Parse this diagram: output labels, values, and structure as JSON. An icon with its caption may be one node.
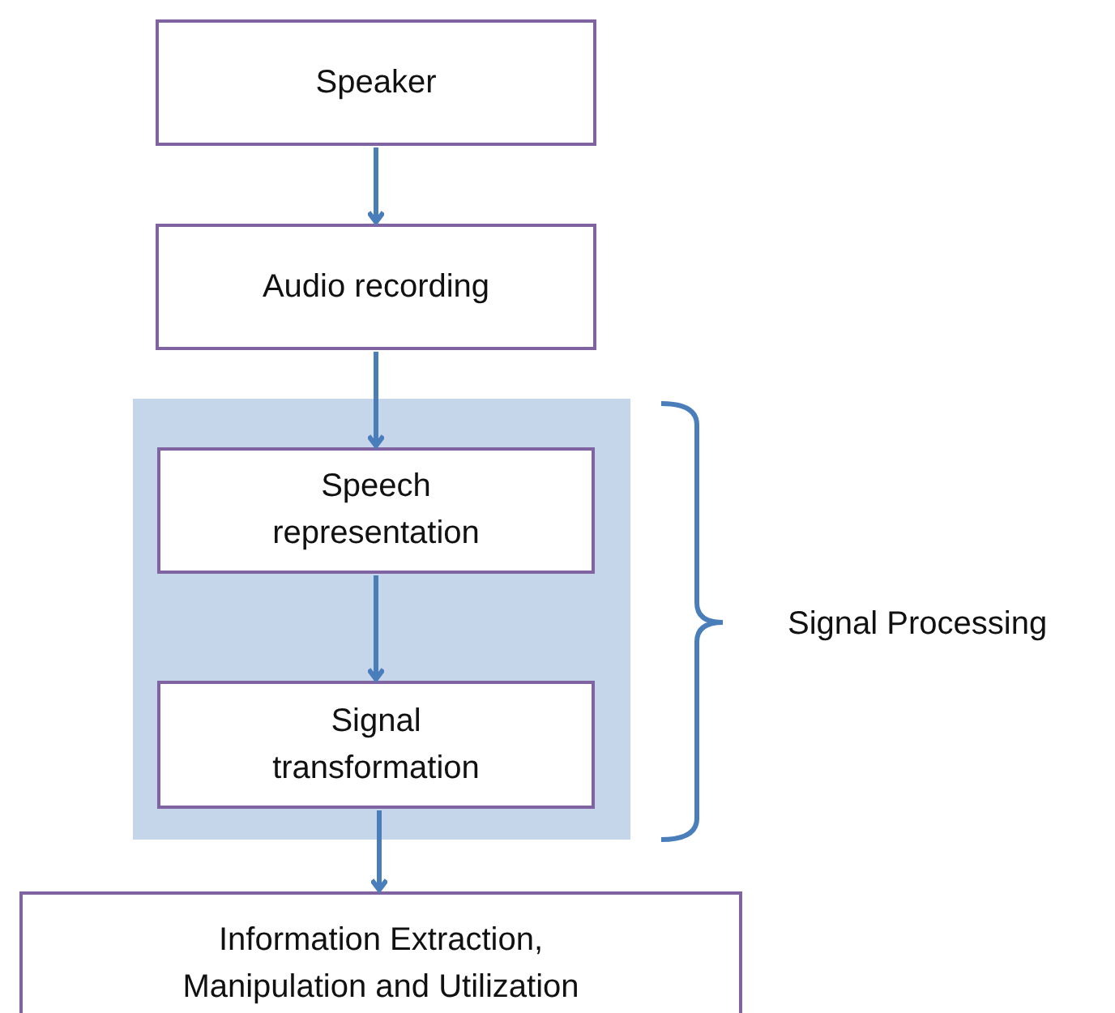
{
  "diagram": {
    "nodes": [
      {
        "text": [
          "Speaker"
        ]
      },
      {
        "text": [
          "Audio recording"
        ]
      },
      {
        "text": [],
        "shape": "box"
      },
      {
        "text": [
          "Speech representation"
        ],
        "in": 2
      },
      {
        "text": [
          "Signal transformation"
        ],
        "in": 2
      },
      {
        "text": [
          "Information Extraction, Manipulation and Utilization"
        ]
      }
    ],
    "edges": [
      {
        "from": 0,
        "to": 1,
        "arrow": "to"
      },
      {
        "from": 1,
        "to": 3,
        "arrow": "to"
      },
      {
        "from": 3,
        "to": 4,
        "arrow": "to"
      },
      {
        "from": 4,
        "to": 5,
        "arrow": "to"
      }
    ],
    "labels": [
      "Signal Processing"
    ]
  }
}
